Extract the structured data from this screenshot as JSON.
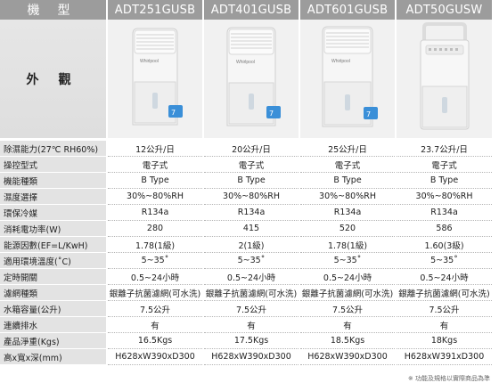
{
  "header": {
    "label": "機型",
    "models": [
      "ADT251GUSB",
      "ADT401GUSB",
      "ADT601GUSB",
      "ADT50GUSW"
    ]
  },
  "appearance": {
    "label": "外觀",
    "badge_text": "7",
    "colors": {
      "body": "#f4f4f4",
      "accent": "#3a8fd8",
      "handle": "#e0e0e0"
    }
  },
  "rows": [
    {
      "label": "除濕能力(27℃ RH60%)",
      "values": [
        "12公升/日",
        "20公升/日",
        "25公升/日",
        "23.7公升/日"
      ]
    },
    {
      "label": "操控型式",
      "values": [
        "電子式",
        "電子式",
        "電子式",
        "電子式"
      ]
    },
    {
      "label": "機能種類",
      "values": [
        "B Type",
        "B Type",
        "B Type",
        "B Type"
      ]
    },
    {
      "label": "濕度選擇",
      "values": [
        "30%~80%RH",
        "30%~80%RH",
        "30%~80%RH",
        "30%~80%RH"
      ]
    },
    {
      "label": "環保冷媒",
      "values": [
        "R134a",
        "R134a",
        "R134a",
        "R134a"
      ]
    },
    {
      "label": "消耗電功率(W)",
      "values": [
        "280",
        "415",
        "520",
        "586"
      ]
    },
    {
      "label": "能源因數(EF=L/KwH)",
      "values": [
        "1.78(1級)",
        "2(1級)",
        "1.78(1級)",
        "1.60(3級)"
      ]
    },
    {
      "label": "適用環境溫度(˚C)",
      "values": [
        "5~35˚",
        "5~35˚",
        "5~35˚",
        "5~35˚"
      ]
    },
    {
      "label": "定時開關",
      "values": [
        "0.5~24小時",
        "0.5~24小時",
        "0.5~24小時",
        "0.5~24小時"
      ]
    },
    {
      "label": "濾網種類",
      "values": [
        "銀離子抗菌濾網(可水洗)",
        "銀離子抗菌濾網(可水洗)",
        "銀離子抗菌濾網(可水洗)",
        "銀離子抗菌濾網(可水洗)"
      ]
    },
    {
      "label": "水箱容量(公升)",
      "values": [
        "7.5公升",
        "7.5公升",
        "7.5公升",
        "7.5公升"
      ]
    },
    {
      "label": "連續排水",
      "values": [
        "有",
        "有",
        "有",
        "有"
      ]
    },
    {
      "label": "產品淨重(Kgs)",
      "values": [
        "16.5Kgs",
        "17.5Kgs",
        "18.5Kgs",
        "18Kgs"
      ]
    },
    {
      "label": "高x寬x深(mm)",
      "values": [
        "H628xW390xD300",
        "H628xW390xD300",
        "H628xW390xD300",
        "H628xW391xD300"
      ]
    }
  ],
  "footnote": "※ 功能及規格以實際商品為準"
}
